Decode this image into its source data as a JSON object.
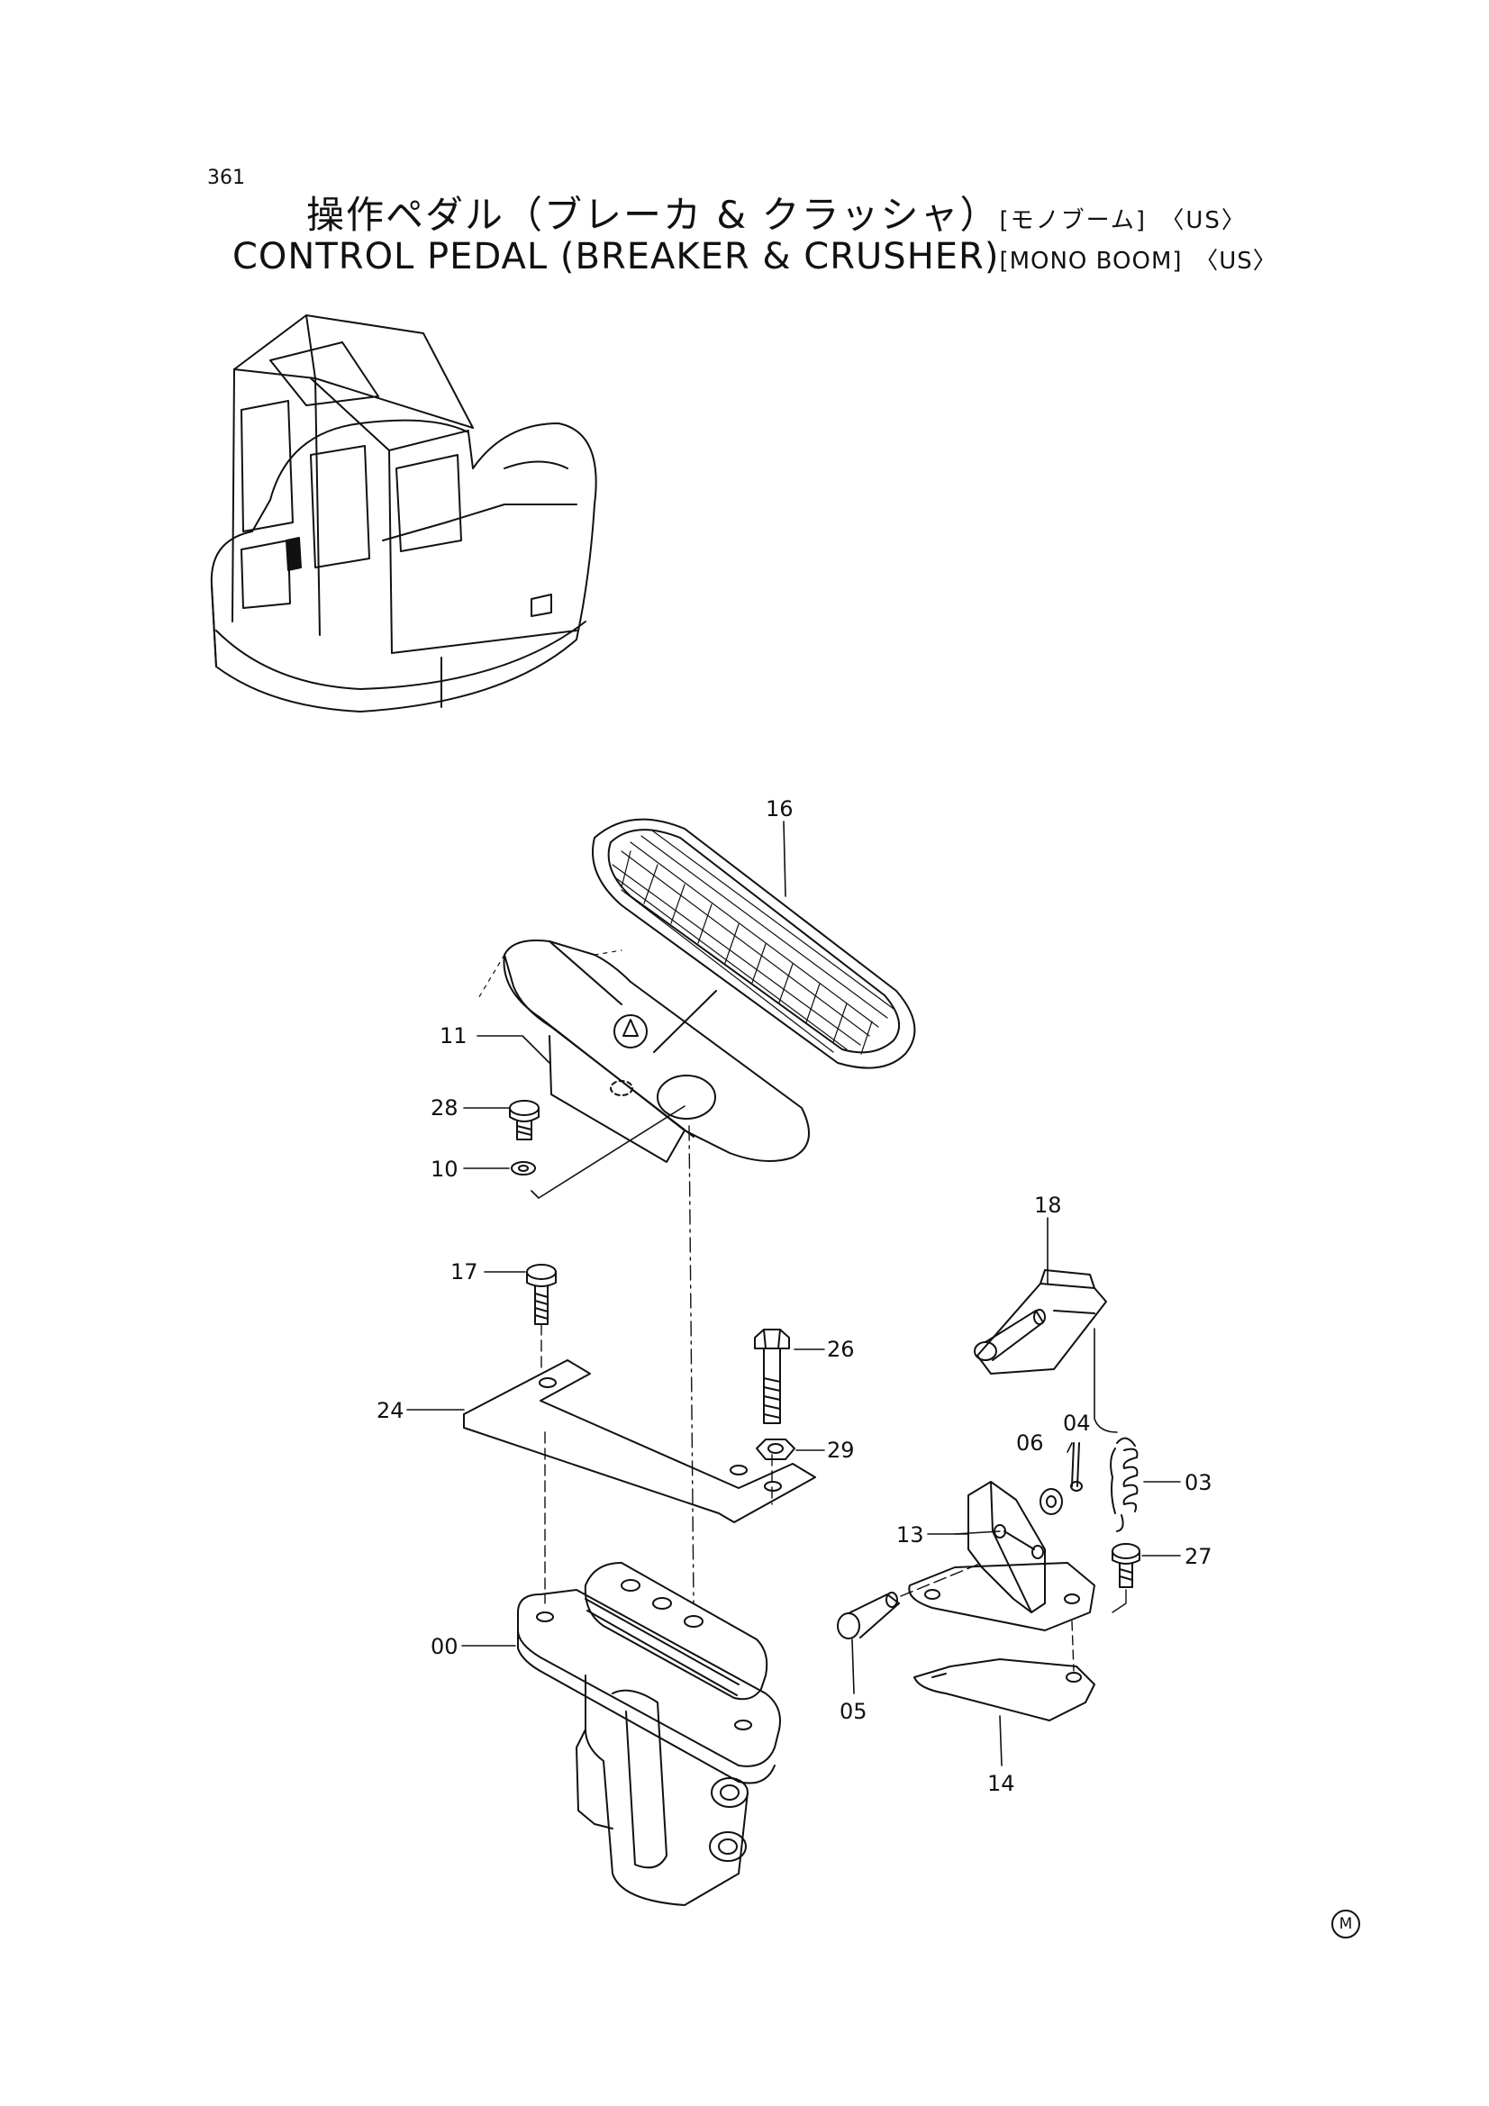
{
  "page_number": "361",
  "title_jp": {
    "main": "操作ペダル（ブレーカ & クラッシャ）",
    "variant": "[モノブーム]",
    "region": "〈US〉"
  },
  "title_en": {
    "main": "CONTROL  PEDAL  (BREAKER  &  CRUSHER)",
    "variant": "[MONO  BOOM]",
    "region": "〈US〉"
  },
  "callouts": {
    "p00": "00",
    "p03": "03",
    "p04": "04",
    "p05": "05",
    "p06": "06",
    "p10": "10",
    "p11": "11",
    "p13": "13",
    "p14": "14",
    "p16": "16",
    "p17": "17",
    "p18": "18",
    "p24": "24",
    "p26": "26",
    "p27": "27",
    "p28": "28",
    "p29": "29"
  },
  "corner_mark": "M"
}
